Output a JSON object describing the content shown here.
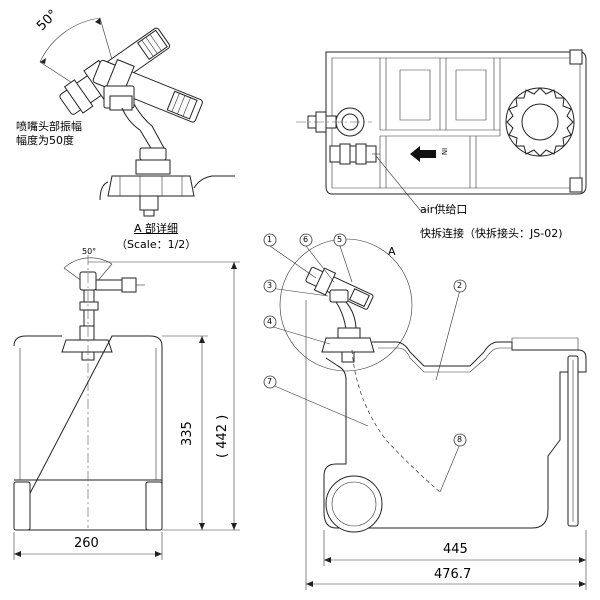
{
  "detail": {
    "angle_label": "50°",
    "note_line1": "喷嘴头部振幅",
    "note_line2": "幅度为50度",
    "title": "A 部详细",
    "scale": "（Scale：1/2）"
  },
  "front_view": {
    "angle_label": "50°",
    "height_inner": "335",
    "height_outer": "( 442 )",
    "width": "260"
  },
  "top_view": {
    "arrow_mark": "IN",
    "air_label": "air供给口",
    "coupler_label": "快拆连接（快拆接头：JS-02)"
  },
  "side_view": {
    "section_label": "A",
    "width_inner": "445",
    "width_outer": "476.7",
    "callouts": [
      "1",
      "6",
      "5",
      "3",
      "4",
      "7",
      "2",
      "8"
    ]
  }
}
